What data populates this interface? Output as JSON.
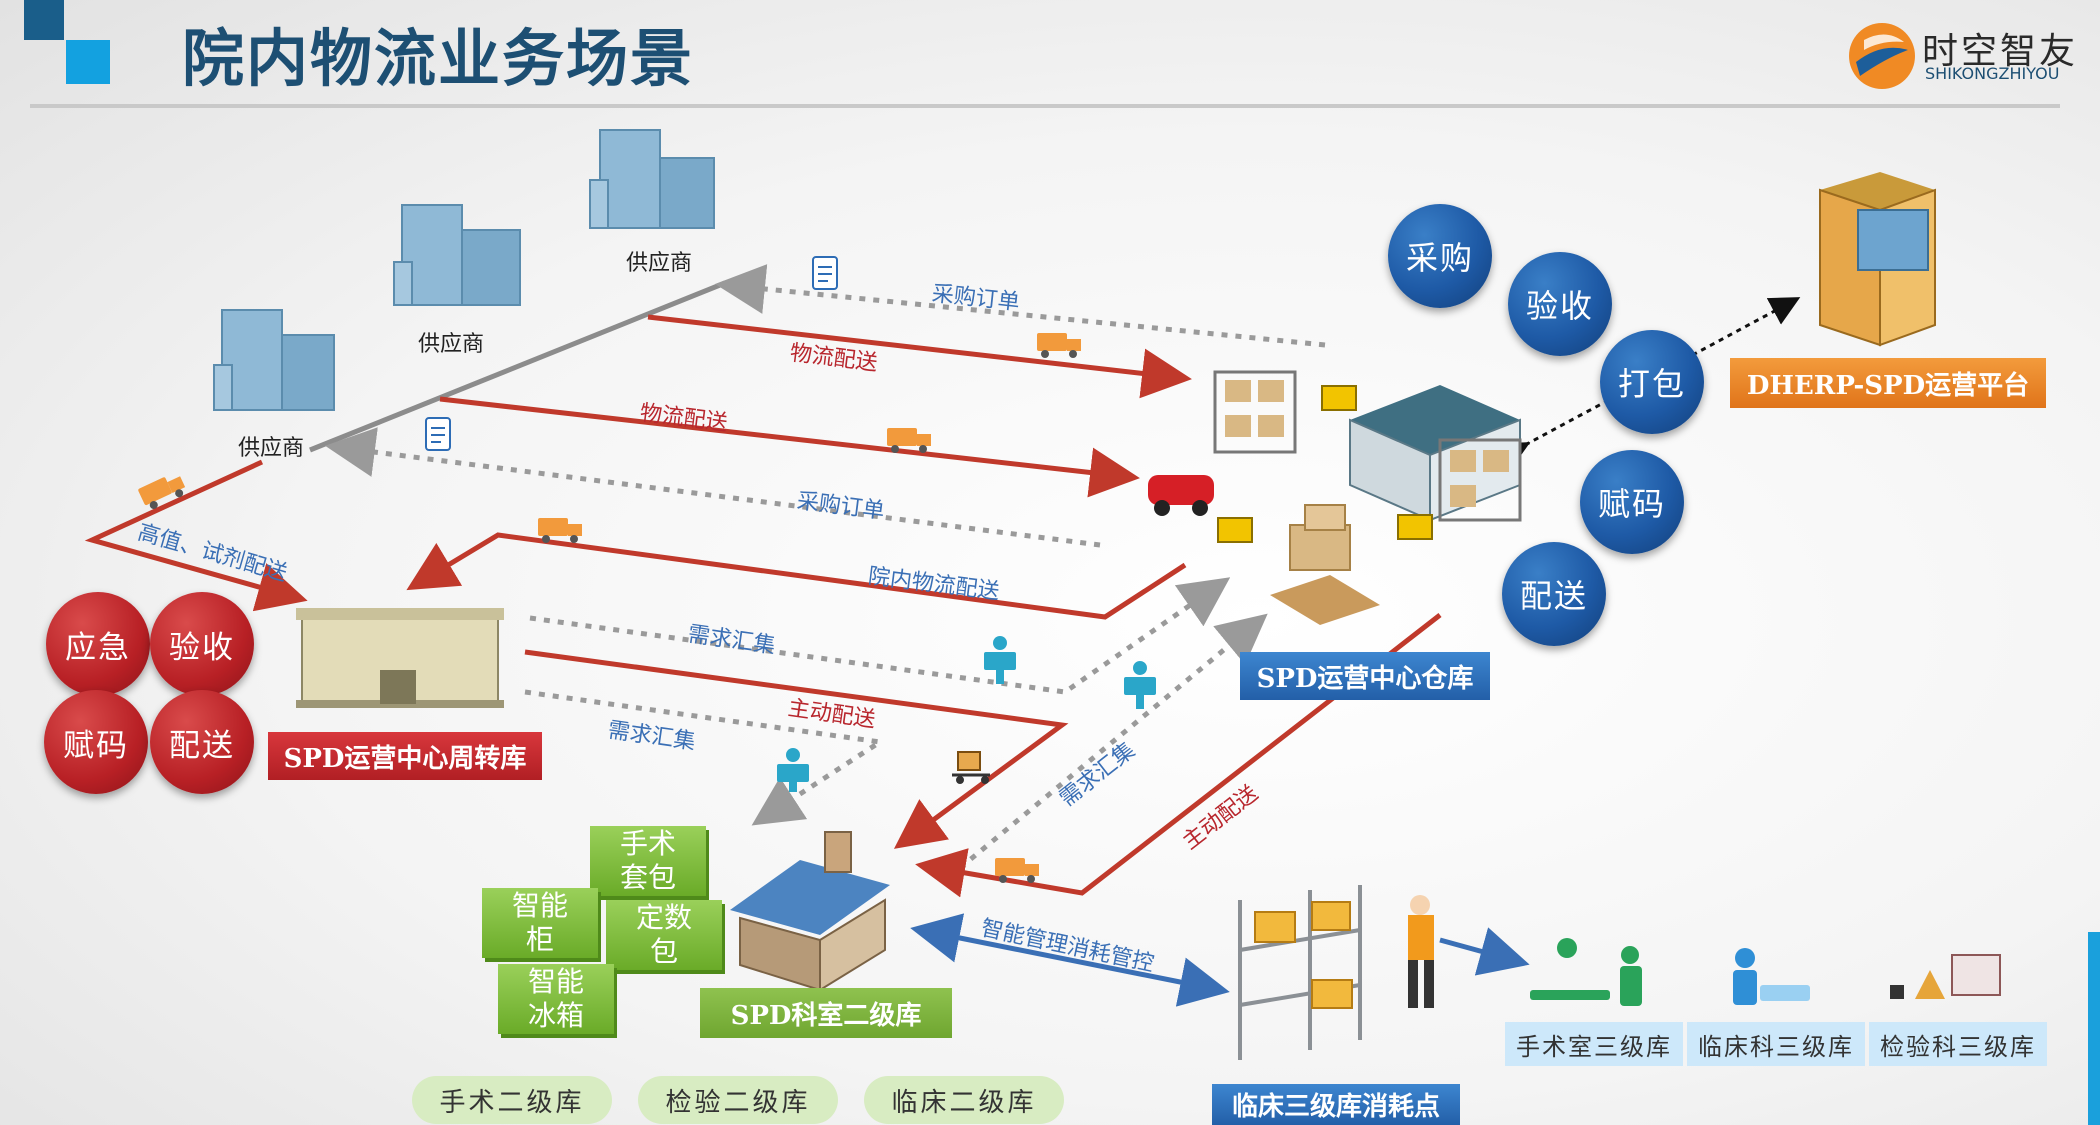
{
  "header": {
    "title": "院内物流业务场景",
    "logo_text": "时空智友",
    "logo_sub": "SHIKONGZHIYOU"
  },
  "suppliers": [
    "供应商",
    "供应商",
    "供应商"
  ],
  "flow_labels": {
    "purchase_order_1": "采购订单",
    "logistics_delivery_1": "物流配送",
    "logistics_delivery_2": "物流配送",
    "purchase_order_2": "采购订单",
    "high_value_delivery": "高值、试剂配送",
    "in_hospital_delivery": "院内物流配送",
    "demand_summary_1": "需求汇集",
    "active_delivery_1": "主动配送",
    "demand_summary_2": "需求汇集",
    "demand_summary_3": "需求汇集",
    "active_delivery_2": "主动配送",
    "smart_control": "智能管理消耗管控"
  },
  "warehouse_circles": [
    "采购",
    "验收",
    "打包",
    "赋码",
    "配送"
  ],
  "turnover_circles": [
    "应急",
    "验收",
    "赋码",
    "配送"
  ],
  "tags": {
    "platform": "DHERP-SPD运营平台",
    "center_warehouse": "SPD运营中心仓库",
    "turnover_warehouse": "SPD运营中心周转库",
    "dept_level2": "SPD科室二级库",
    "clinical_level3_point": "临床三级库消耗点"
  },
  "green_boxes": {
    "surgery_kit": "手术\n套包",
    "smart_cabinet": "智能\n柜",
    "fixed_pack": "定数\n包",
    "smart_fridge": "智能\n冰箱"
  },
  "level2_pills": [
    "手术二级库",
    "检验二级库",
    "临床二级库"
  ],
  "level3_labels": [
    "手术室三级库",
    "临床科三级库",
    "检验科三级库"
  ],
  "colors": {
    "title": "#1d4f73",
    "red_flow": "#c0392b",
    "gray_flow": "#999999",
    "blue_circle": "#1e5aa6",
    "red_circle": "#b82025",
    "orange_tag": "#e0741a",
    "green_tag": "#6fa630"
  }
}
